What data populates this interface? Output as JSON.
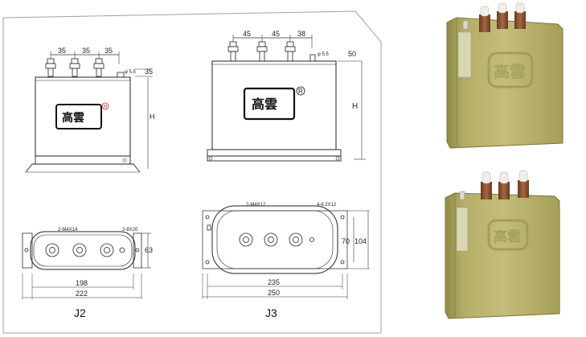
{
  "j2": {
    "caption": "J2",
    "top_dims": [
      "35",
      "35",
      "35"
    ],
    "right_dim": "35",
    "terminal_dia": "φ 5.5",
    "height_label": "H",
    "brand": "高雲",
    "mark": "R",
    "hole_label_left": "2-M4X14",
    "hole_label_right": "2-8X20",
    "side_dim": "63",
    "width_inner": "198",
    "width_outer": "222"
  },
  "j3": {
    "caption": "J3",
    "top_dims": [
      "45",
      "45",
      "38"
    ],
    "right_dim": "50",
    "terminal_dia": "φ 5.5",
    "height_label": "H",
    "brand": "高雲",
    "mark": "R",
    "hole_label_left": "2-M4X12",
    "hole_label_right": "4-6.2X12",
    "side_dim_inner": "70",
    "side_dim_outer": "104",
    "width_inner": "235",
    "width_outer": "250"
  },
  "photos": {
    "brand": "高雲",
    "colors": {
      "body": "#b9b36a",
      "shade": "#8f8a47",
      "cap": "#8a4a2a"
    }
  }
}
